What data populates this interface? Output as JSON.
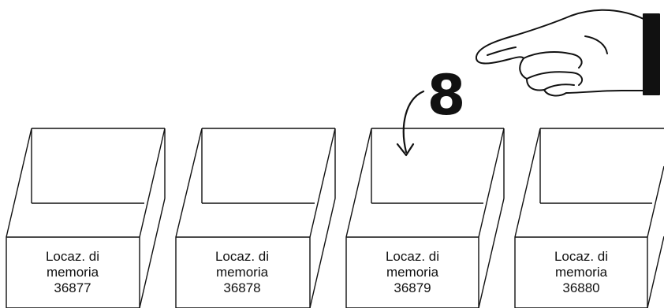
{
  "digit": "8",
  "boxes": [
    {
      "line1": "Locaz. di",
      "line2": "memoria",
      "address": "36877"
    },
    {
      "line1": "Locaz. di",
      "line2": "memoria",
      "address": "36878"
    },
    {
      "line1": "Locaz. di",
      "line2": "memoria",
      "address": "36879"
    },
    {
      "line1": "Locaz. di",
      "line2": "memoria",
      "address": "36880"
    }
  ],
  "target_box_index": 2,
  "colors": {
    "ink": "#111111",
    "background": "#ffffff"
  },
  "icons": [
    "pointing-hand-icon",
    "curved-arrow-icon"
  ]
}
